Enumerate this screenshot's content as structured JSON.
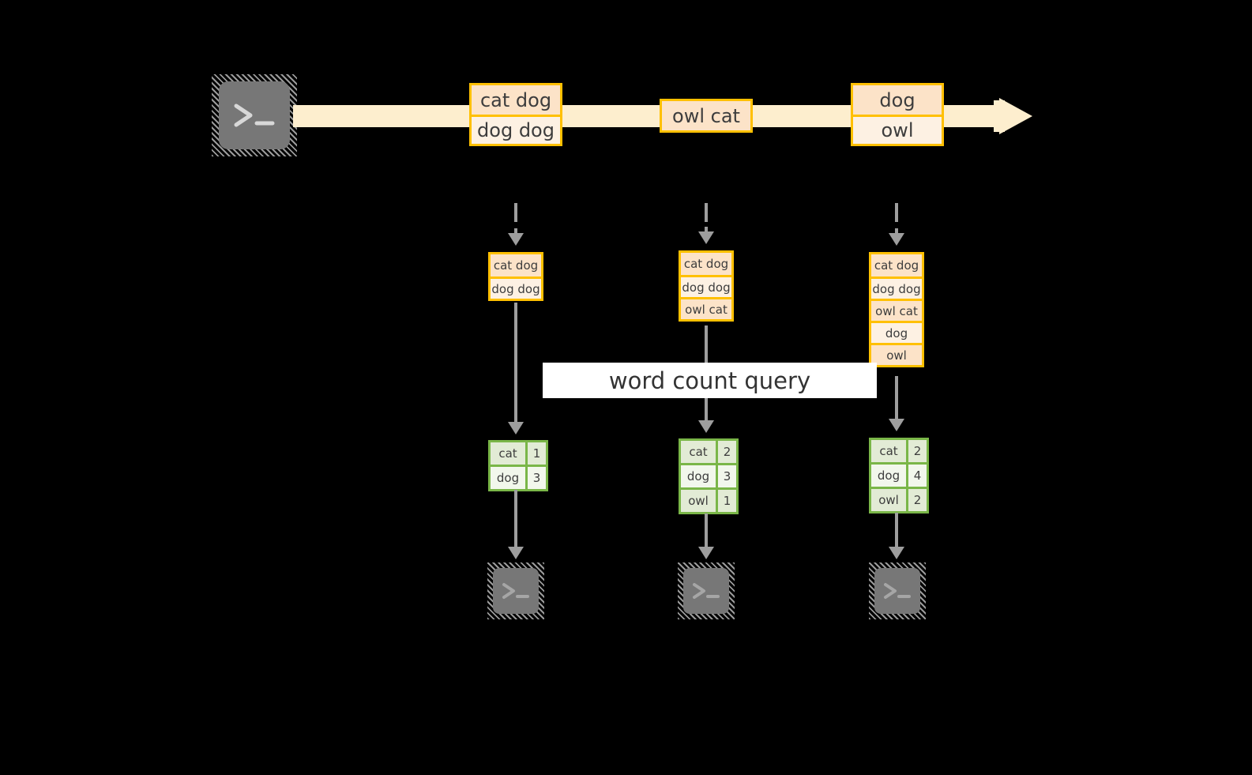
{
  "diagram": {
    "title_label": "word count query",
    "colors": {
      "background": "#000000",
      "stream_fill": "#fdeece",
      "record_border": "#ffc000",
      "record_row_dark": "#fce3c8",
      "record_row_light": "#fdf1e3",
      "result_border": "#7ab648",
      "result_row_dark": "#e2ebd5",
      "result_row_light": "#f2f7ec",
      "arrow_gray": "#9e9e9e",
      "terminal_body": "#777777",
      "label_band": "#ffffff"
    },
    "source_terminal": {
      "icon": "terminal-prompt-icon",
      "prompt": ">_"
    },
    "stream": {
      "events": [
        {
          "name": "event-1",
          "lines": [
            "cat dog",
            "dog dog"
          ]
        },
        {
          "name": "event-2",
          "lines": [
            "owl cat"
          ]
        },
        {
          "name": "event-3",
          "lines": [
            "dog",
            "owl"
          ]
        }
      ]
    },
    "snapshots": [
      {
        "name": "snapshot-1",
        "input_rows": [
          "cat dog",
          "dog dog"
        ],
        "result_rows": [
          {
            "word": "cat",
            "count": "1"
          },
          {
            "word": "dog",
            "count": "3"
          }
        ],
        "sink": {
          "icon": "terminal-prompt-icon",
          "prompt": ">_"
        }
      },
      {
        "name": "snapshot-2",
        "input_rows": [
          "cat dog",
          "dog dog",
          "owl cat"
        ],
        "result_rows": [
          {
            "word": "cat",
            "count": "2"
          },
          {
            "word": "dog",
            "count": "3"
          },
          {
            "word": "owl",
            "count": "1"
          }
        ],
        "sink": {
          "icon": "terminal-prompt-icon",
          "prompt": ">_"
        }
      },
      {
        "name": "snapshot-3",
        "input_rows": [
          "cat dog",
          "dog dog",
          "owl cat",
          "dog",
          "owl"
        ],
        "result_rows": [
          {
            "word": "cat",
            "count": "2"
          },
          {
            "word": "dog",
            "count": "4"
          },
          {
            "word": "owl",
            "count": "2"
          }
        ],
        "sink": {
          "icon": "terminal-prompt-icon",
          "prompt": ">_"
        }
      }
    ]
  }
}
